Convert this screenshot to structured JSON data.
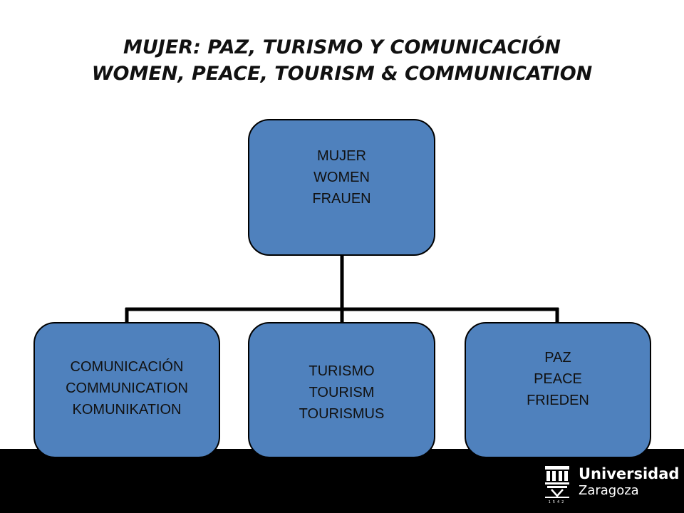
{
  "title": {
    "line1": "MUJER: PAZ, TURISMO Y COMUNICACIÓN",
    "line2": "WOMEN, PEACE, TOURISM & COMMUNICATION"
  },
  "diagram": {
    "root": {
      "lines": [
        "MUJER",
        "WOMEN",
        "FRAUEN"
      ]
    },
    "children": [
      {
        "lines": [
          "COMUNICACIÓN",
          "COMMUNICATION",
          "KOMUNIKATION"
        ]
      },
      {
        "lines": [
          "TURISMO",
          "TOURISM",
          "TOURISMUS"
        ]
      },
      {
        "lines": [
          "PAZ",
          "PEACE",
          "FRIEDEN"
        ]
      }
    ]
  },
  "logo": {
    "name": "Universidad",
    "city": "Zaragoza",
    "year": "1542"
  },
  "colors": {
    "node_fill": "#4f81bd",
    "footer": "#000000"
  }
}
